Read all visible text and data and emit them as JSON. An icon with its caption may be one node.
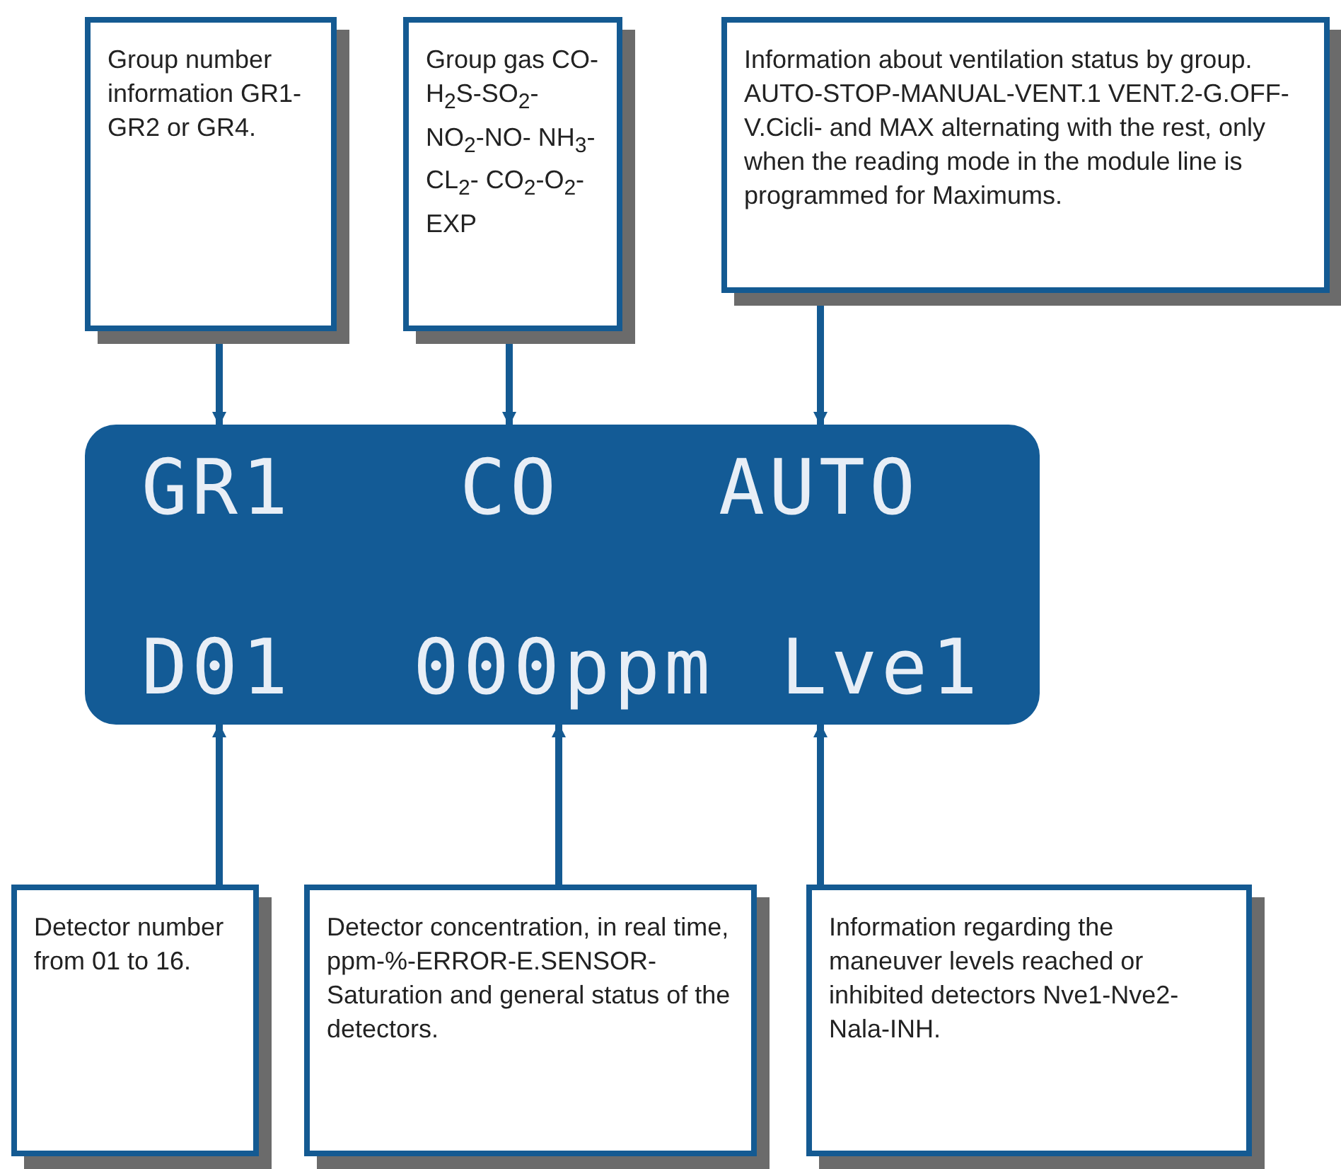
{
  "diagram": {
    "nodes": [
      {
        "text": [
          "Group number information GR1-GR2 or GR4."
        ]
      },
      {
        "text": [
          "Group gas CO-H$_{2}$S-SO$_{2}$- NO$_{2}$-NO- NH$_{3}$-CL$_{2}$- CO$_{2}$-O$_{2}$-EXP"
        ]
      },
      {
        "text": [
          "Information about ventilation status by group. AUTO-STOP-MANUAL-VENT.1 VENT.2-G.OFF-V.Cicli- and MAX alternating with the rest, only when the reading mode in the module line is programmed for Maximums."
        ]
      },
      {
        "text": [],
        "shape": "box"
      },
      {
        "text": [
          "GR1"
        ],
        "in": 3
      },
      {
        "text": [
          "CO"
        ],
        "in": 3
      },
      {
        "text": [
          "AUTO"
        ],
        "in": 3
      },
      {
        "text": [
          "D01"
        ],
        "in": 3
      },
      {
        "text": [
          "000ppm"
        ],
        "in": 3
      },
      {
        "text": [
          "Lve1"
        ],
        "in": 3
      },
      {
        "text": [
          "Detector number from 01 to 16."
        ]
      },
      {
        "text": [
          "Detector concentration, in real time, ppm-%-ERROR-E.SENSOR- Saturation and general status of the detectors."
        ]
      },
      {
        "text": [
          "Information regarding the maneuver levels reached or inhibited detectors Nve1-Nve2-Nala-INH."
        ]
      }
    ],
    "edges": [
      {
        "from": 0,
        "to": 4,
        "arrow": "to"
      },
      {
        "from": 1,
        "to": 5,
        "arrow": "to"
      },
      {
        "from": 2,
        "to": 6,
        "arrow": "to"
      },
      {
        "from": 10,
        "to": 7,
        "arrow": "to"
      },
      {
        "from": 11,
        "to": 8,
        "arrow": "to"
      },
      {
        "from": 12,
        "to": 9,
        "arrow": "to"
      }
    ]
  }
}
